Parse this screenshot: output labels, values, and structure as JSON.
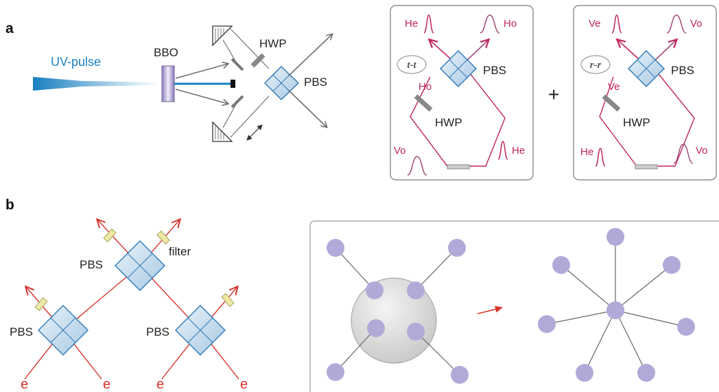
{
  "panel_labels": {
    "a": "a",
    "b": "b"
  },
  "panel_a": {
    "setup": {
      "uv_pulse": "UV-pulse",
      "bbo": "BBO",
      "hwp": "HWP",
      "pbs": "PBS"
    },
    "box_tt": {
      "circle_label": "t-t",
      "out_left": "He",
      "out_right": "Ho",
      "in_left": "Vo",
      "in_right": "He",
      "pre_hwp": "Ho",
      "hwp": "HWP",
      "pbs": "PBS"
    },
    "plus": "+",
    "box_rr": {
      "circle_label": "r-r",
      "out_left": "Ve",
      "out_right": "Vo",
      "in_left": "He",
      "in_right": "Vo",
      "pre_hwp": "Ve",
      "hwp": "HWP",
      "pbs": "PBS"
    }
  },
  "panel_b": {
    "pbs_top": "PBS",
    "pbs_left": "PBS",
    "pbs_right": "PBS",
    "filter": "filter",
    "inputs": [
      "e",
      "e",
      "e",
      "e"
    ]
  },
  "colors": {
    "uv_blue": "#1a7fc1",
    "magenta": "#c0245c",
    "red_beam": "#d9332b",
    "node_purple": "#b3a9d9"
  }
}
